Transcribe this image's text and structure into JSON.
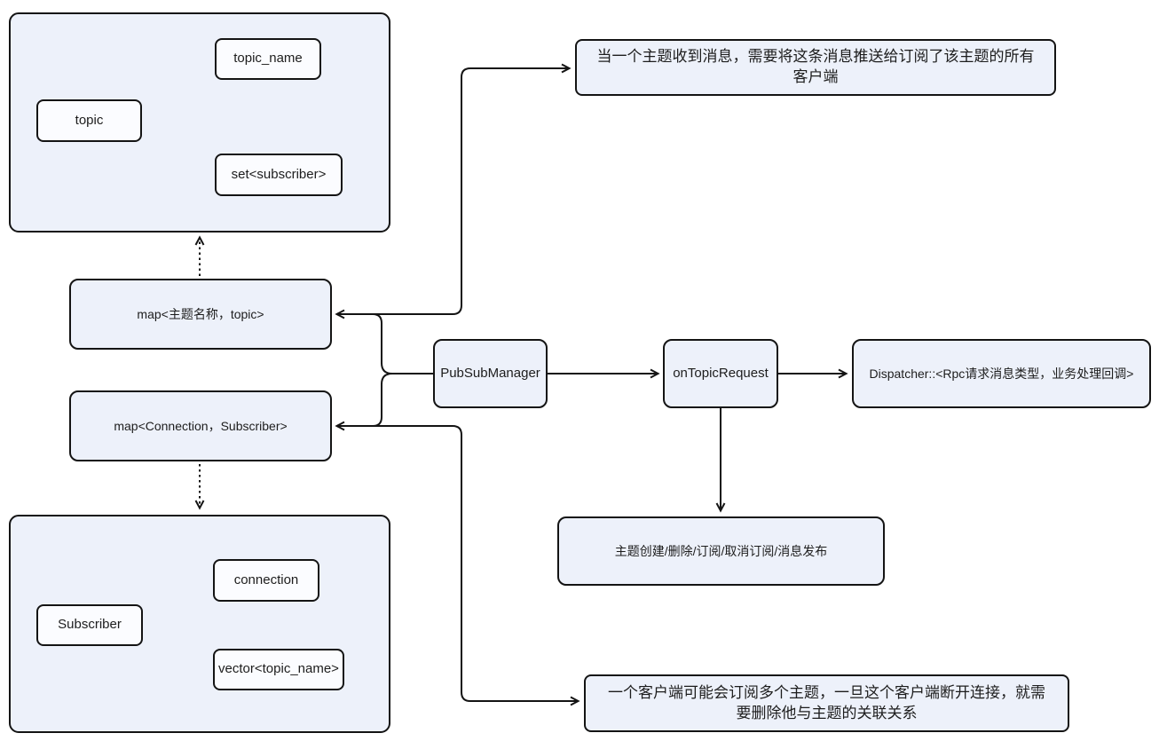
{
  "colors": {
    "box_fill": "#edf1fa",
    "inner_box_fill": "#fbfcff",
    "border": "#141414",
    "text": "#1d1d1d",
    "background": "#ffffff"
  },
  "topic_group": {
    "topic": "topic",
    "topic_name": "topic_name",
    "set_subscriber": "set<subscriber>"
  },
  "maps": {
    "topic_map": "map<主题名称，topic>",
    "connection_map": "map<Connection，Subscriber>"
  },
  "subscriber_group": {
    "subscriber": "Subscriber",
    "connection": "connection",
    "vector_topic_name": "vector<topic_name>"
  },
  "core": {
    "pubsub_manager": "PubSubManager",
    "on_topic_request": "onTopicRequest",
    "dispatcher": "Dispatcher::<Rpc请求消息类型，业务处理回调>",
    "operations": "主题创建/删除/订阅/取消订阅/消息发布"
  },
  "notes": {
    "topic_push": "当一个主题收到消息，需要将这条消息推送给订阅了该主题的所有客户端",
    "client_disconnect": "一个客户端可能会订阅多个主题，一旦这个客户端断开连接，就需要删除他与主题的关联关系"
  }
}
